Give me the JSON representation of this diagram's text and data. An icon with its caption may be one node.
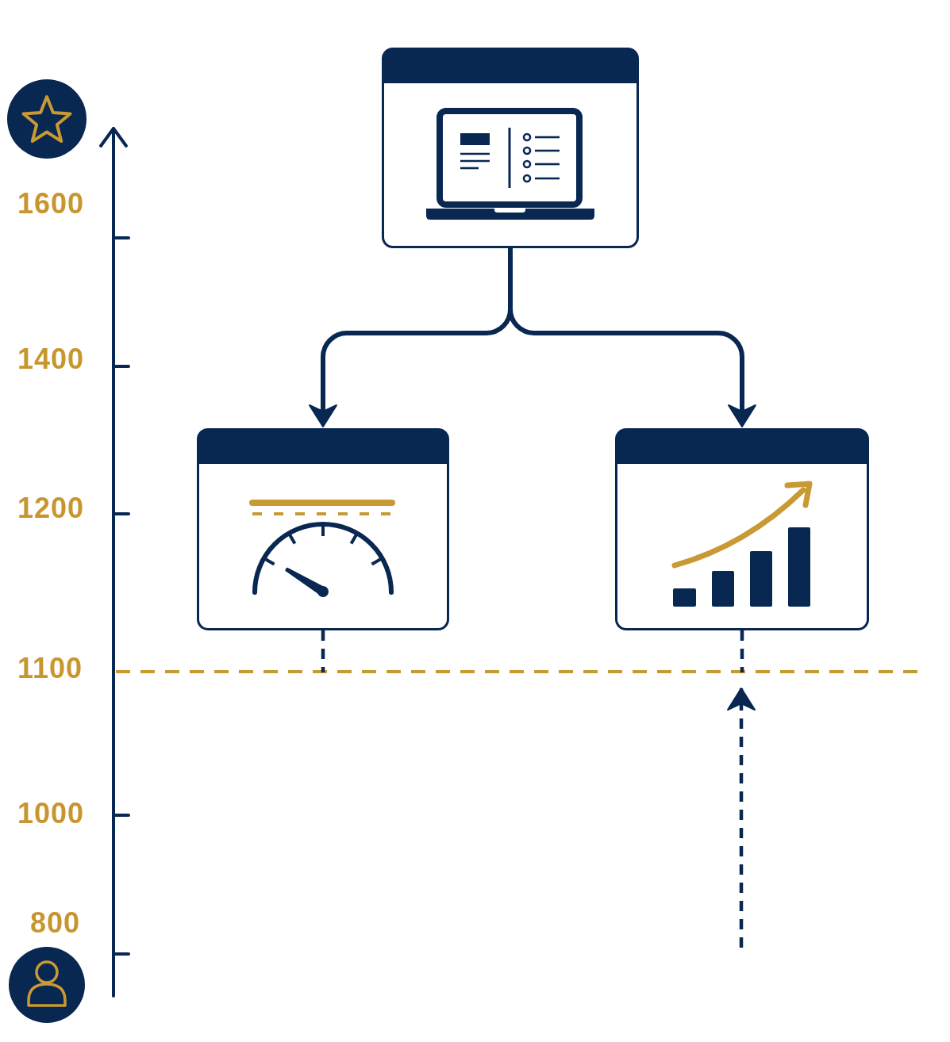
{
  "diagram": {
    "nodes": [
      {
        "text": [],
        "shape": "picture"
      },
      {
        "text": [],
        "shape": "picture"
      },
      {
        "text": [],
        "shape": "picture"
      }
    ],
    "edges": [
      {
        "from": 0,
        "to": 1,
        "arrow": "to"
      },
      {
        "from": 0,
        "to": 2,
        "arrow": "to"
      },
      {
        "from": 1,
        "to": null,
        "arrow": "none",
        "style": "dashed"
      },
      {
        "from": 2,
        "to": null,
        "arrow": "none",
        "style": "dashed"
      }
    ],
    "labels": [
      "1600",
      "1400",
      "1200",
      "1100",
      "1000",
      "800"
    ]
  }
}
